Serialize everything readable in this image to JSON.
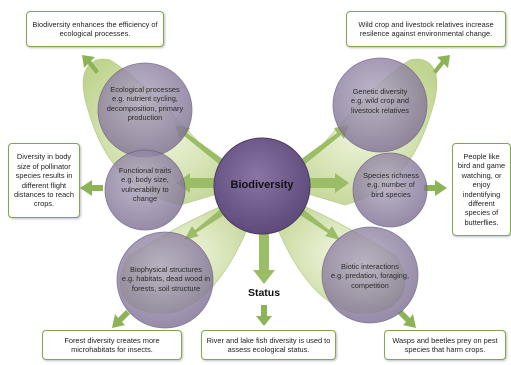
{
  "center": {
    "label": "Biodiversity"
  },
  "status": {
    "label": "Status"
  },
  "circles": {
    "ecological": {
      "title": "Ecological processes",
      "detail": "e.g. nutrient cycling, decomposition, primary production"
    },
    "functional": {
      "title": "Functional traits",
      "detail": "e.g. body size, vulnerability to change"
    },
    "biophysical": {
      "title": "Biophysical structures",
      "detail": "e.g. habitats, dead wood in forests, soil structure"
    },
    "genetic": {
      "title": "Genetic diversity",
      "detail": "e.g. wild crop and livestock relatives"
    },
    "species": {
      "title": "Species richness",
      "detail": "e.g. number of bird species"
    },
    "biotic": {
      "title": "Biotic interactions",
      "detail": "e.g. predation, foraging, competition"
    }
  },
  "boxes": {
    "top_left": "Biodiversity enhances the efficiency of ecological processes.",
    "top_right": "Wild crop and livestock relatives increase resilence against environmental change.",
    "mid_left": "Diversity in body size of pollinator species results in different flight distances to reach crops.",
    "mid_right": "People like bird and game watching, or enjoy indentifying different species of butterflies.",
    "bottom_left": "Forest diversity creates more microhabitats for insects.",
    "bottom_center": "River and lake fish diversity is used to assess ecological status.",
    "bottom_right": "Wasps and beetles prey on pest species that harm crops."
  },
  "colors": {
    "wing": "#c5d896",
    "arrow": "#8cb356",
    "box_border": "#7fa84a",
    "center_fill": "#6f5a8c",
    "satellite_fill": "#8d7fa0"
  }
}
